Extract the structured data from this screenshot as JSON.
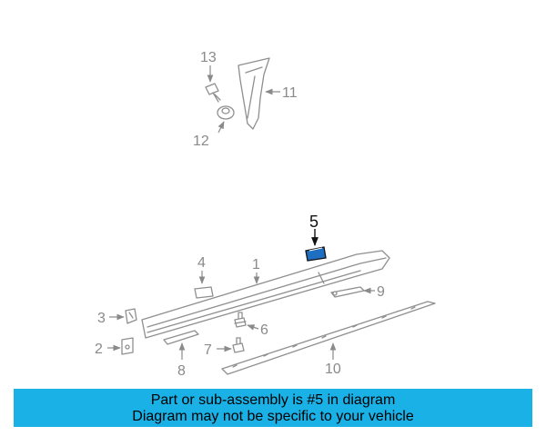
{
  "diagram": {
    "callouts": {
      "c1": "1",
      "c2": "2",
      "c3": "3",
      "c4": "4",
      "c5": "5",
      "c6": "6",
      "c7": "7",
      "c8": "8",
      "c9": "9",
      "c10": "10",
      "c11": "11",
      "c12": "12",
      "c13": "13"
    },
    "highlight_part": "5",
    "colors": {
      "highlight_fill": "#1e6fc2",
      "line": "#8f8f8f",
      "banner": "#1ab1e6"
    }
  },
  "banner": {
    "line1": "Part or sub-assembly is #5 in diagram",
    "line2": "Diagram may not be specific to your vehicle"
  }
}
